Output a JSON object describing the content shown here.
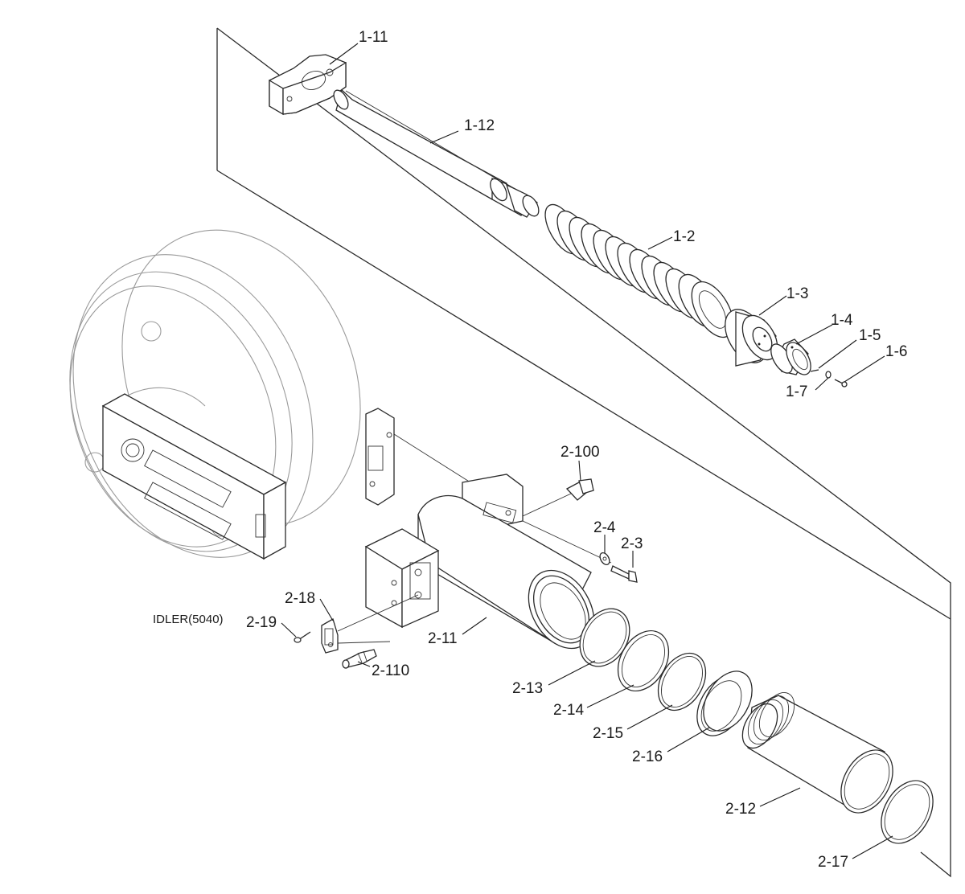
{
  "diagram": {
    "assembly_label": "IDLER(5040)",
    "callouts": [
      {
        "id": "1-11",
        "label": "1-11"
      },
      {
        "id": "1-12",
        "label": "1-12"
      },
      {
        "id": "1-2",
        "label": "1-2"
      },
      {
        "id": "1-3",
        "label": "1-3"
      },
      {
        "id": "1-4",
        "label": "1-4"
      },
      {
        "id": "1-5",
        "label": "1-5"
      },
      {
        "id": "1-6",
        "label": "1-6"
      },
      {
        "id": "1-7",
        "label": "1-7"
      },
      {
        "id": "2-100",
        "label": "2-100"
      },
      {
        "id": "2-4",
        "label": "2-4"
      },
      {
        "id": "2-3",
        "label": "2-3"
      },
      {
        "id": "2-18",
        "label": "2-18"
      },
      {
        "id": "2-19",
        "label": "2-19"
      },
      {
        "id": "2-110",
        "label": "2-110"
      },
      {
        "id": "2-11",
        "label": "2-11"
      },
      {
        "id": "2-13",
        "label": "2-13"
      },
      {
        "id": "2-14",
        "label": "2-14"
      },
      {
        "id": "2-15",
        "label": "2-15"
      },
      {
        "id": "2-16",
        "label": "2-16"
      },
      {
        "id": "2-12",
        "label": "2-12"
      },
      {
        "id": "2-17",
        "label": "2-17"
      }
    ]
  }
}
